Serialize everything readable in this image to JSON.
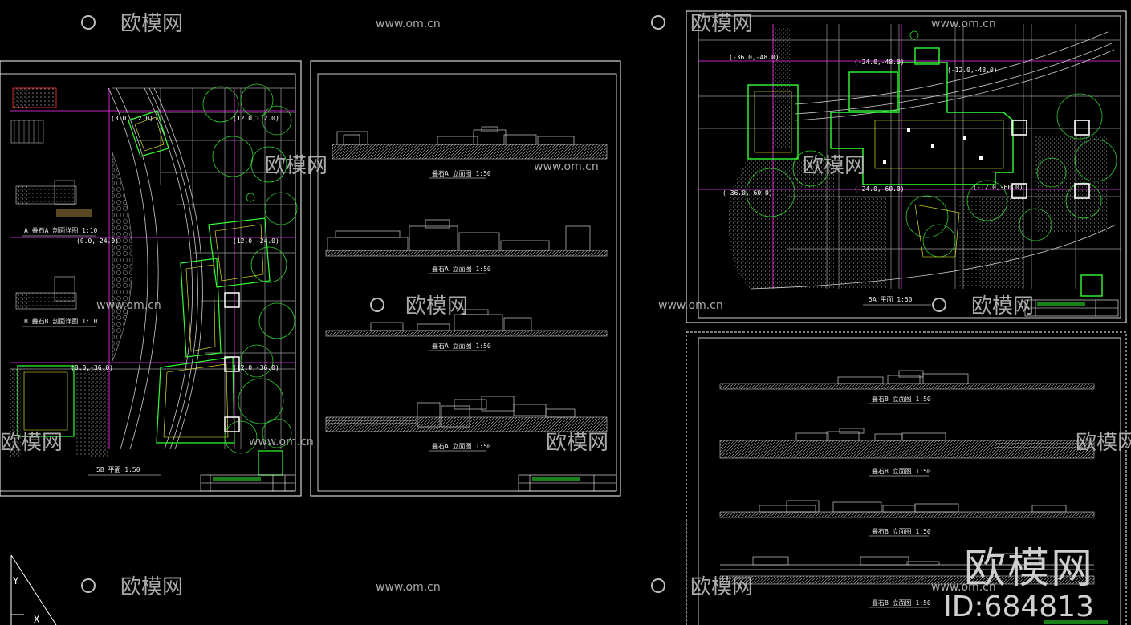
{
  "colors": {
    "background": "#000000",
    "sheet_border": "#ffffff",
    "grid_line": "#9a9a9a",
    "axis_line": "#ff33ff",
    "plant_circle": "#33cc33",
    "stone_outline": "#33ff33",
    "stone_detail": "#ffff33",
    "watermark": "#bdbdbd"
  },
  "watermark": {
    "brand": "欧模网",
    "url": "www.om.cn",
    "large_brand": "欧模网",
    "large_id": "ID:684813"
  },
  "sheet1": {
    "plan_caption": "5B  平面    1:50",
    "detail_a_caption": "A  叠石A  剖面详图   1:10",
    "detail_b_caption": "B  叠石B  剖面详图   1:10",
    "coords": [
      "(3.0,-12.0)",
      "(12.0,-12.0)",
      "(0.0,-24.0)",
      "(12.0,-24.0)",
      "(0.0,-36.0)",
      "(12.0,-36.0)"
    ]
  },
  "sheet2": {
    "captions": [
      "叠石A  立面图   1:50",
      "叠石A  立面图   1:50",
      "叠石A  立面图   1:50",
      "叠石A  立面图   1:50"
    ]
  },
  "sheet3": {
    "plan_caption": "5A  平面    1:50",
    "coords": [
      "(-36.0,-48.0)",
      "(-24.0,-48.0)",
      "(-12.0,-48.0)",
      "(-36.0,-60.0)",
      "(-24.0,-60.0)",
      "(-12.0,-60.0)"
    ]
  },
  "sheet4": {
    "captions": [
      "叠石B  立面图   1:50",
      "叠石B  立面图   1:50",
      "叠石B  立面图   1:50",
      "叠石B  立面图   1:50"
    ]
  },
  "ucs_icon": {
    "x_label": "X",
    "y_label": "Y"
  }
}
